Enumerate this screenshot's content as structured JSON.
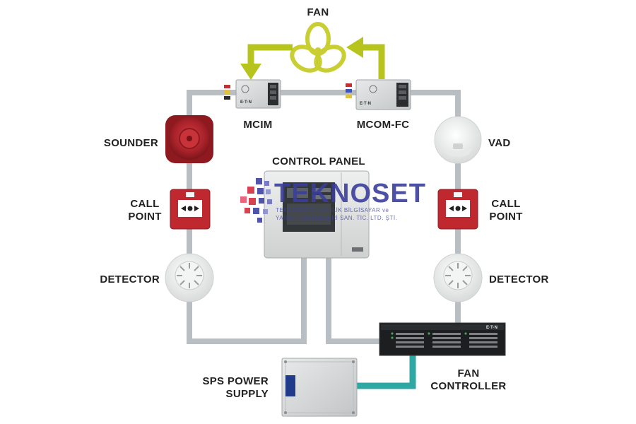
{
  "labels": {
    "fan": "FAN",
    "mcim": "MCIM",
    "mcom_fc": "MCOM-FC",
    "sounder": "SOUNDER",
    "vad": "VAD",
    "control_panel": "CONTROL PANEL",
    "call_point_left": [
      "CALL",
      "POINT"
    ],
    "call_point_right": [
      "CALL",
      "POINT"
    ],
    "detector_left": "DETECTOR",
    "detector_right": "DETECTOR",
    "sps_power_supply": [
      "SPS POWER",
      "SUPPLY"
    ],
    "fan_controller": [
      "FAN",
      "CONTROLLER"
    ]
  },
  "device_marks": {
    "module_brand": "E·T·N",
    "module_left_name": "MCIM",
    "module_right_name": "MCOM-FC",
    "fan_controller_brand": "E·T·N"
  },
  "watermark": {
    "brand": "TEKNOSET",
    "tagline_1": "TEKNOSET GÜVENLİK BİLGİSAYAR ve",
    "tagline_2": "YANGIN SİSTEMLERİ SAN. TİC. LTD. ŞTİ."
  },
  "colors": {
    "wire": "#b9bec2",
    "arrow": "#b7c41d",
    "fan": "#c9cf33",
    "power_link": "#2fa8a3",
    "sounder": "#b3262b",
    "call_point": "#c0282f",
    "watermark_blue": "#3a3e9c",
    "watermark_red": "#d2283c"
  }
}
